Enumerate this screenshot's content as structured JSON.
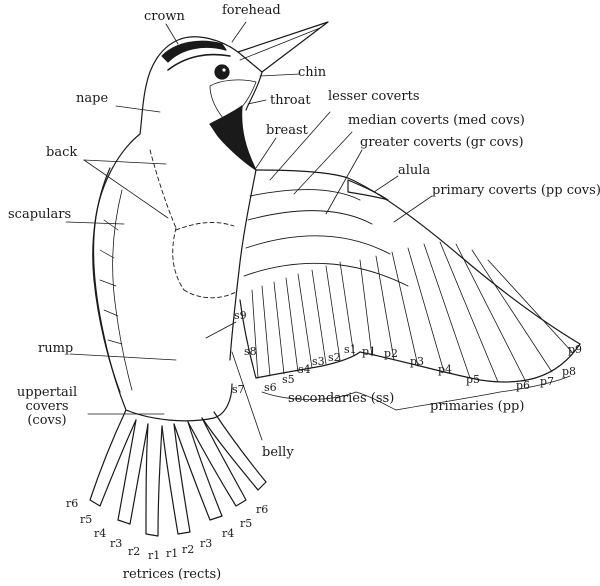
{
  "labels": {
    "crown": "crown",
    "forehead": "forehead",
    "chin": "chin",
    "throat": "throat",
    "nape": "nape",
    "breast": "breast",
    "lesser_coverts": "lesser coverts",
    "median_coverts": "median coverts (med covs)",
    "greater_coverts": "greater coverts (gr covs)",
    "alula": "alula",
    "primary_coverts": "primary coverts (pp covs)",
    "back": "back",
    "scapulars": "scapulars",
    "rump": "rump",
    "uppertail_covers_1": "uppertail",
    "uppertail_covers_2": "covers",
    "uppertail_covers_3": "(covs)",
    "secondaries": "secondaries (ss)",
    "primaries": "primaries (pp)",
    "belly": "belly",
    "retrices": "retrices (rects)"
  },
  "secondaries_numbers": [
    "s9",
    "s8",
    "s7",
    "s6",
    "s5",
    "s4",
    "s3",
    "s2",
    "s1"
  ],
  "primaries_numbers": [
    "p1",
    "p2",
    "p3",
    "p4",
    "p5",
    "p6",
    "p7",
    "p8",
    "p9"
  ],
  "retrices_left": [
    "r6",
    "r5",
    "r4",
    "r3",
    "r2",
    "r1"
  ],
  "retrices_right": [
    "r1",
    "r2",
    "r3",
    "r4",
    "r5",
    "r6"
  ],
  "colors": {
    "ink": "#1a1a1a",
    "background": "#ffffff"
  }
}
